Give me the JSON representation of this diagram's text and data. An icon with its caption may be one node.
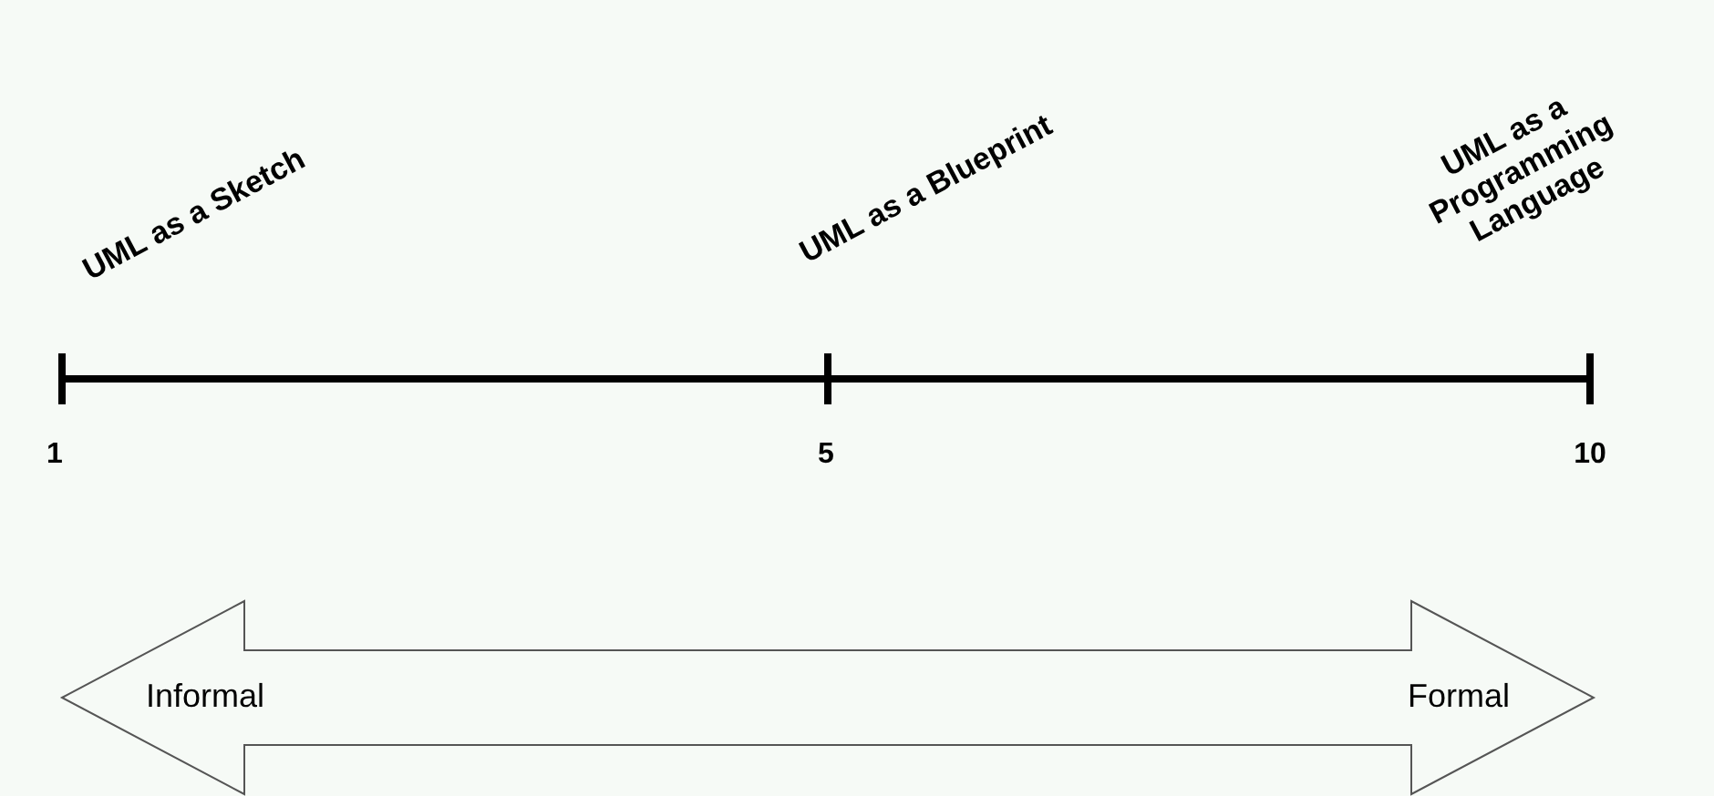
{
  "diagram": {
    "nodes": [
      {
        "text": [
          "Informal",
          "Formal"
        ]
      }
    ],
    "labels": [
      "UML as a Sketch",
      "UML as a Blueprint",
      "UML as a Programming Language",
      "1",
      "5",
      "10"
    ]
  }
}
